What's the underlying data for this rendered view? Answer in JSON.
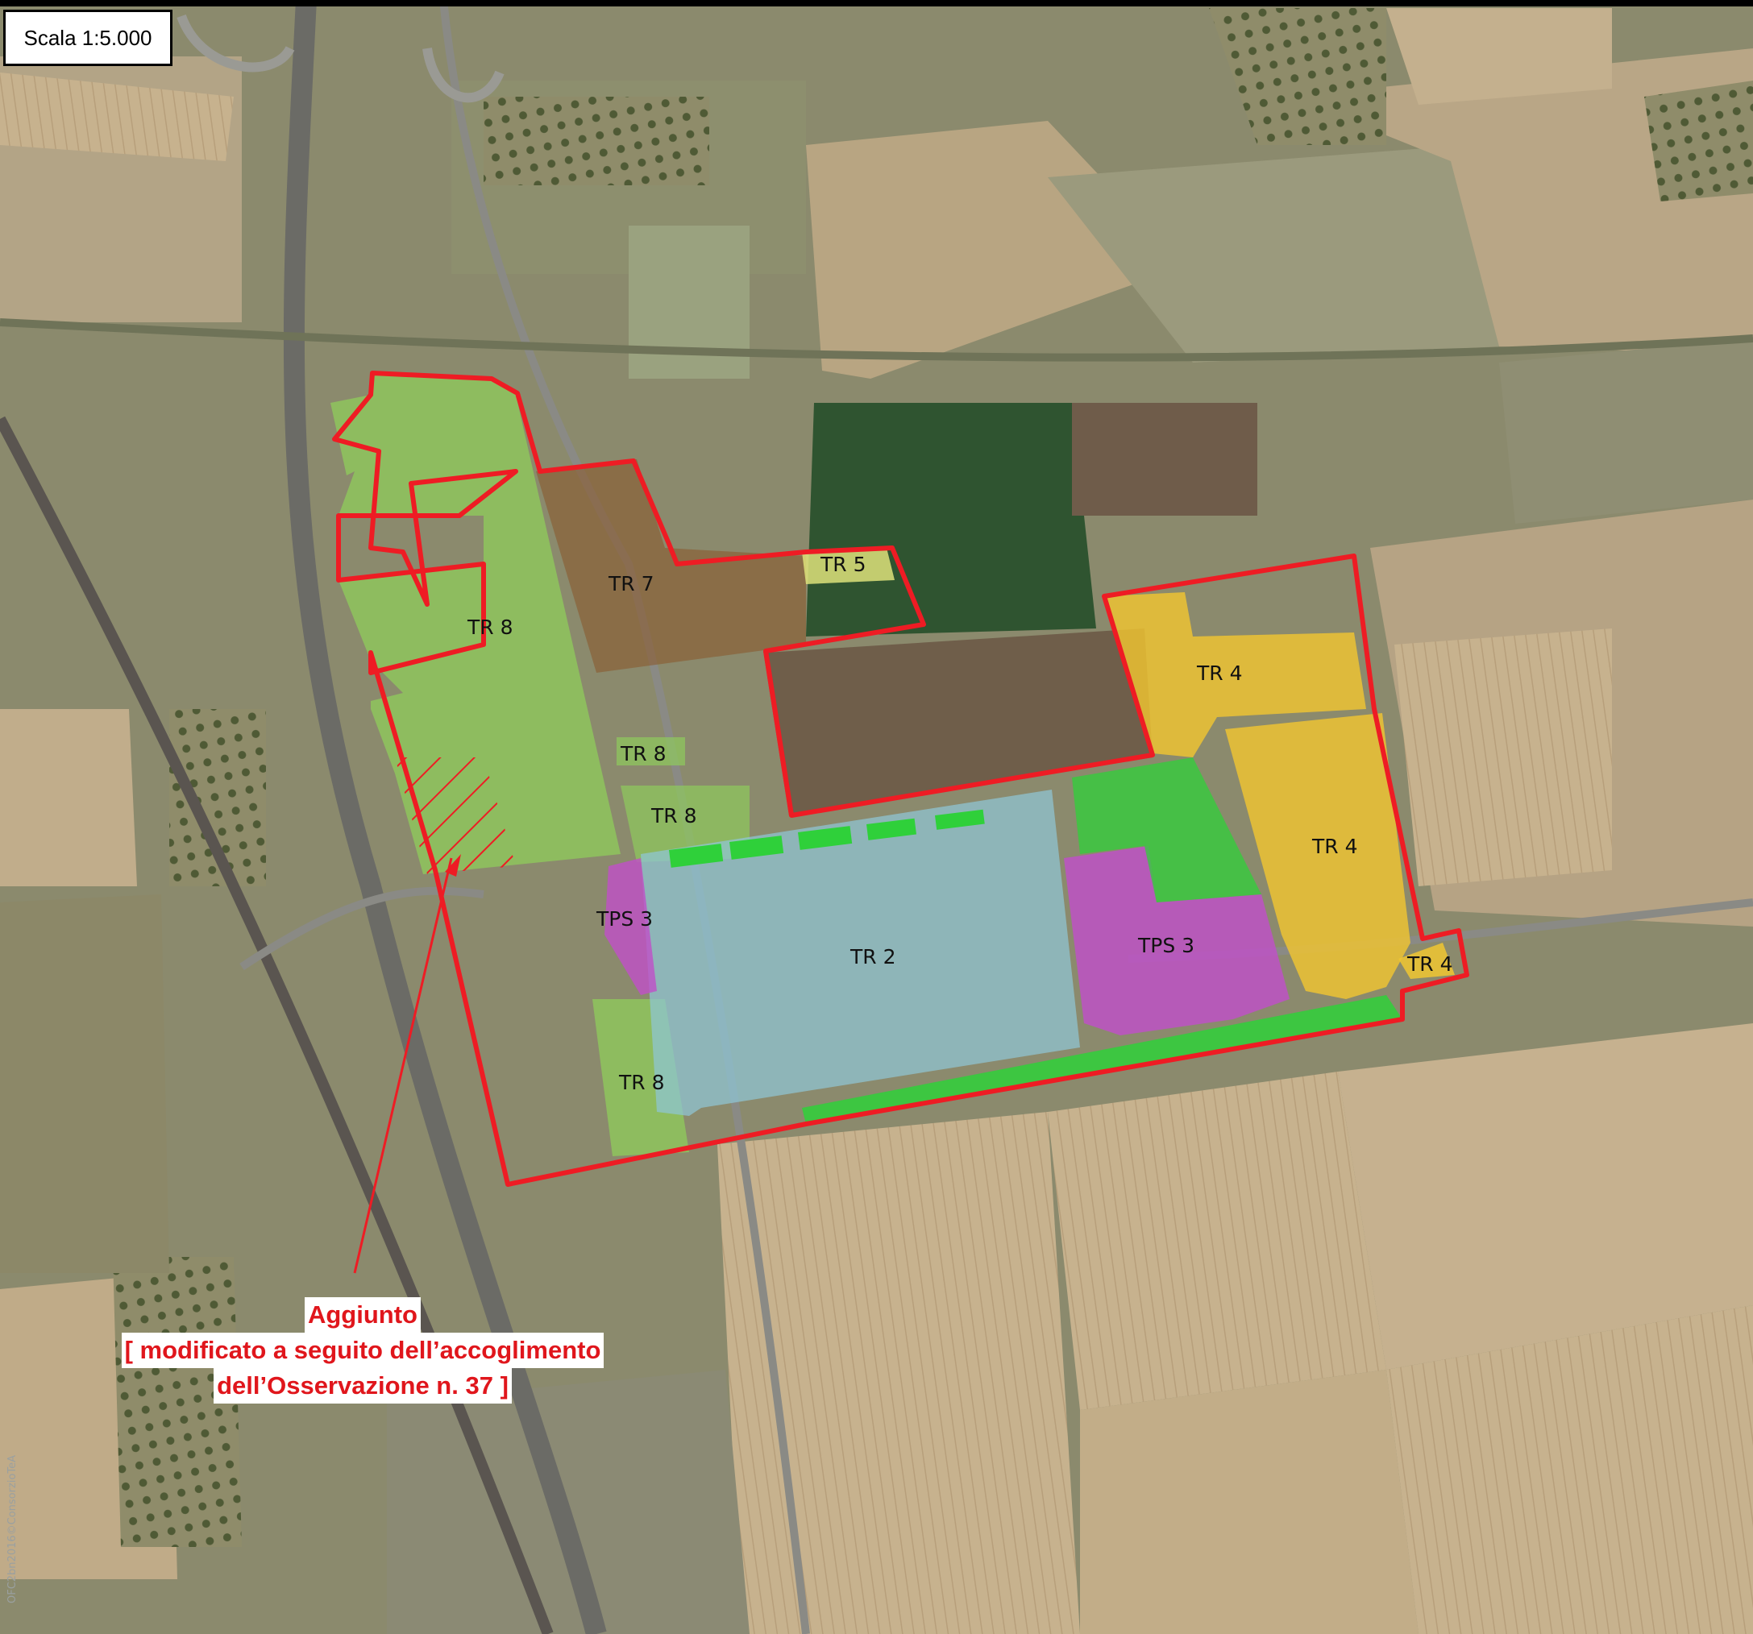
{
  "map": {
    "scale_label": "Scala 1:5.000",
    "watermark": "OFC2bn2016©ConsorzioTeA",
    "colors": {
      "boundary": "#ee1c24",
      "TR8": "#8fd05a",
      "TR7": "#8a5a2e",
      "TR5": "#dde27a",
      "TR4": "#f0c531",
      "TR2": "#8fc6d6",
      "TPS3": "#c04fc8",
      "green": "#2fd03a",
      "hatch": "#ee1c24"
    },
    "zones": [
      {
        "label": "TR 8"
      },
      {
        "label": "TR 7"
      },
      {
        "label": "TR 5"
      },
      {
        "label": "TR 8"
      },
      {
        "label": "TR 8"
      },
      {
        "label": "TR 4"
      },
      {
        "label": "TR 4"
      },
      {
        "label": "TPS 3"
      },
      {
        "label": "TR 2"
      },
      {
        "label": "TPS 3"
      },
      {
        "label": "TR 4"
      },
      {
        "label": "TR 8"
      }
    ],
    "annotation": {
      "line1": "Aggiunto",
      "line2": "[ modificato a seguito dell’accoglimento",
      "line3": "dell’Osservazione n. 37 ]"
    }
  }
}
